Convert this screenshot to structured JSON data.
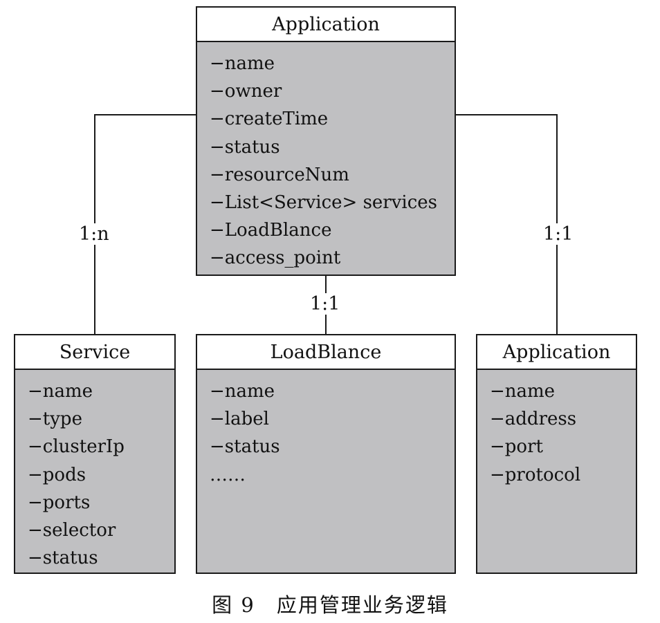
{
  "classes": {
    "application_main": {
      "title": "Application",
      "attributes": [
        "−name",
        "−owner",
        "−createTime",
        "−status",
        "−resourceNum",
        "−List<Service> services",
        "−LoadBlance",
        "−access_point"
      ]
    },
    "service": {
      "title": "Service",
      "attributes": [
        "−name",
        "−type",
        "−clusterIp",
        "−pods",
        "−ports",
        "−selector",
        "−status"
      ]
    },
    "loadblance": {
      "title": "LoadBlance",
      "attributes": [
        "−name",
        "−label",
        "−status",
        "……"
      ]
    },
    "application_sub": {
      "title": "Application",
      "attributes": [
        "−name",
        "−address",
        "−port",
        "−protocol"
      ]
    }
  },
  "relations": {
    "service": "1:n",
    "loadblance": "1:1",
    "application": "1:1"
  },
  "caption": "图 9　应用管理业务逻辑",
  "colors": {
    "body_fill": "#c0c0c2",
    "title_fill": "#ffffff",
    "stroke": "#1a1a1a"
  }
}
